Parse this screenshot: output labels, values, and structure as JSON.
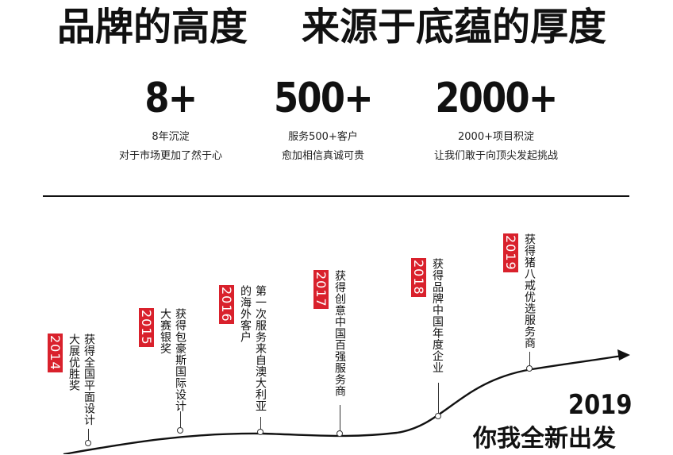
{
  "headline": {
    "left": "品牌的高度",
    "right": "来源于底蕴的厚度"
  },
  "stats": [
    {
      "num": "8+",
      "line1": "8年沉淀",
      "line2": "对于市场更加了然于心"
    },
    {
      "num": "500+",
      "line1": "服务500+客户",
      "line2": "愈加相信真诚可贵"
    },
    {
      "num": "2000+",
      "line1": "2000+项目积淀",
      "line2": "让我们敢于向顶尖发起挑战"
    }
  ],
  "timeline": [
    {
      "year": "2014",
      "col1": "获得全国平面设计",
      "col2": "大展优胜奖"
    },
    {
      "year": "2015",
      "col1": "获得包豪斯国际设计",
      "col2": "大赛银奖"
    },
    {
      "year": "2016",
      "col1": "第一次服务来自澳大利亚",
      "col2": "的海外客户"
    },
    {
      "year": "2017",
      "col1": "获得创意中国百强服务商",
      "col2": ""
    },
    {
      "year": "2018",
      "col1": "获得品牌中国年度企业",
      "col2": ""
    },
    {
      "year": "2019",
      "col1": "获得猪八戒优选服务商",
      "col2": ""
    }
  ],
  "footer": {
    "year": "2019",
    "text": "你我全新出发"
  },
  "colors": {
    "accent": "#d9212c",
    "text": "#111111"
  }
}
